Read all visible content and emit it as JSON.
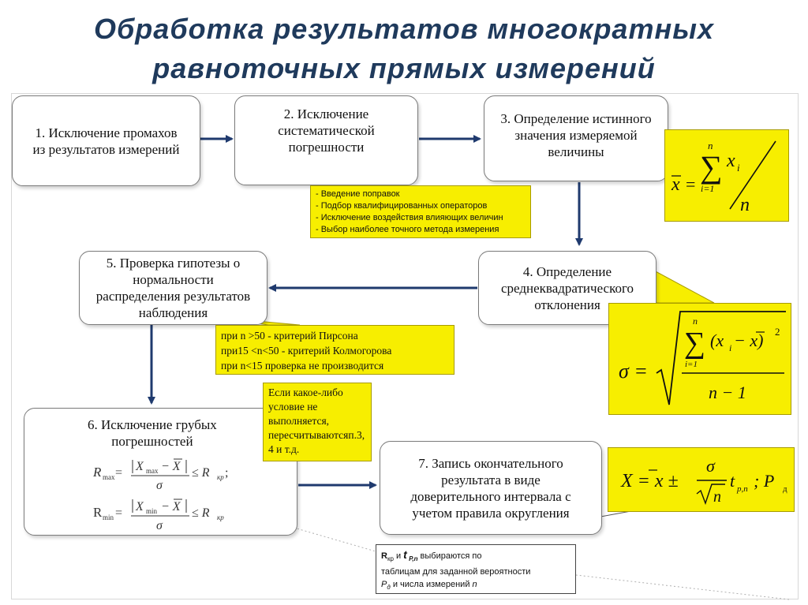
{
  "title": {
    "line1": "Обработка  результатов  многократных",
    "line2": "равноточных прямых  измерений"
  },
  "steps": [
    {
      "id": 1,
      "label": "1. Исключение промахов\nиз результатов измерений"
    },
    {
      "id": 2,
      "label": "2. Исключение\nсистематической\nпогрешности"
    },
    {
      "id": 3,
      "label": "3. Определение истинного\nзначения измеряемой\nвеличины"
    },
    {
      "id": 4,
      "label": "4. Определение\nсреднеквадратического\nотклонения"
    },
    {
      "id": 5,
      "label": "5. Проверка гипотезы о\nнормальности\nраспределения результатов\nнаблюдения"
    },
    {
      "id": 6,
      "label": "6. Исключение грубых\nпогрешностей"
    },
    {
      "id": 7,
      "label": "7. Запись окончательного\nрезультата в виде\nдоверительного интервала с\nучетом правила округления"
    }
  ],
  "notes": {
    "systematic": "- Введение поправок\n- Подбор  квалифицированных операторов\n- Исключение  воздействия влияющих величин\n- Выбор наиболее точного метода измерения",
    "hypothesis": "при n >50 - критерий Пирсона\nпри15 <n<50  - критерий Колмогорова\nпри n<15 проверка не производится",
    "recalc": "Если какое-либо\nусловие не\nвыполняется,\nпересчитываютсяп.3,\n4 и т.д.",
    "tables_a": "R",
    "tables_a_sub": "кр",
    "tables_b": "  и ",
    "tables_t": "t",
    "tables_t_sub": " P,n",
    "tables_c": "   выбираются по",
    "tables_line2": "таблицам для заданной вероятности",
    "tables_p": "P",
    "tables_p_sub": "д",
    "tables_line3": " и числа измерений ",
    "tables_n": "n"
  },
  "formulas": {
    "mean": {
      "lhs": "x",
      "eq": "=",
      "sum_top": "n",
      "sum_bottom": "i=1",
      "term": "x",
      "term_sub": "i",
      "den": "n"
    },
    "sigma": {
      "lhs": "σ =",
      "sum_top": "n",
      "sum_bottom": "i=1",
      "term": "(x",
      "term_sub": "i",
      "term_rest": " − x)",
      "exp": "2",
      "den": "n − 1"
    },
    "rmax": {
      "lhs": "R",
      "lhs_sub": "max",
      "eq": " =",
      "num_a": "X",
      "num_a_sub": "max",
      "num_b": " − X",
      "den": "σ",
      "rel": "≤ R",
      "rel_sub": "кр",
      "tail": ";"
    },
    "rmin": {
      "lhs": "R",
      "lhs_sub": "min",
      "eq": " =",
      "num_a": "X",
      "num_a_sub": "min",
      "num_b": " − X",
      "den": "σ",
      "rel": "≤ R",
      "rel_sub": "кр"
    },
    "result": {
      "lhs": "X = x ±",
      "num": "σ",
      "den": "n",
      "t": "t",
      "t_sub": "p,n",
      "sep": "; P",
      "p_sub": "д"
    }
  }
}
